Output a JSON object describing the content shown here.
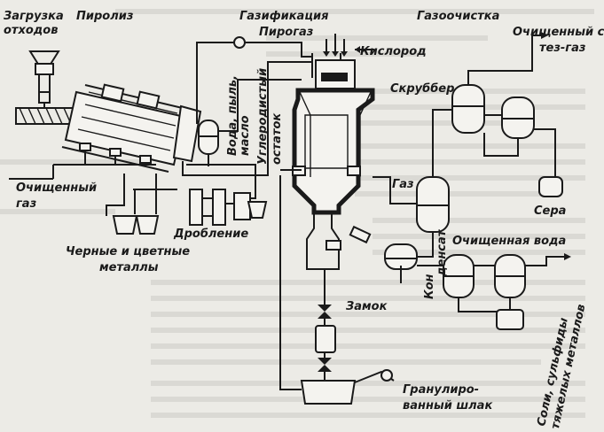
{
  "labels": {
    "zagruzka": [
      "Загрузка",
      "отходов"
    ],
    "piroliz": "Пиролиз",
    "gazifikatsiya": "Газификация",
    "pirogaz": "Пирогаз",
    "kislorod": "Кислород",
    "gazoochistka": "Газоочистка",
    "ochishchennyi_sintez_gaz": [
      "Очищенный син-",
      "тез-газ"
    ],
    "voda_pyl_maslo": [
      "Вода, пыль,",
      "масло"
    ],
    "uglerodistyi_ostatok": [
      "Углеродистый",
      "остаток"
    ],
    "skrubber": "Скруббер",
    "sera": "Сера",
    "ochishchennyi_gaz": [
      "Очищенный",
      "газ"
    ],
    "gaz": "Газ",
    "kondensat": [
      "Кон",
      "денсат"
    ],
    "drobleniye": "Дробление",
    "chernye_i_tsvetnye_metally": [
      "Черные и цветные",
      "металлы"
    ],
    "ochishchennaya_voda": "Очищенная вода",
    "zamok": "Замок",
    "granulirovannyi_shlak": [
      "Гранулиро-",
      "ванный шлак"
    ],
    "soli_sulfidy": [
      "Соли, сульфиды",
      "тяжелых металлов"
    ]
  }
}
